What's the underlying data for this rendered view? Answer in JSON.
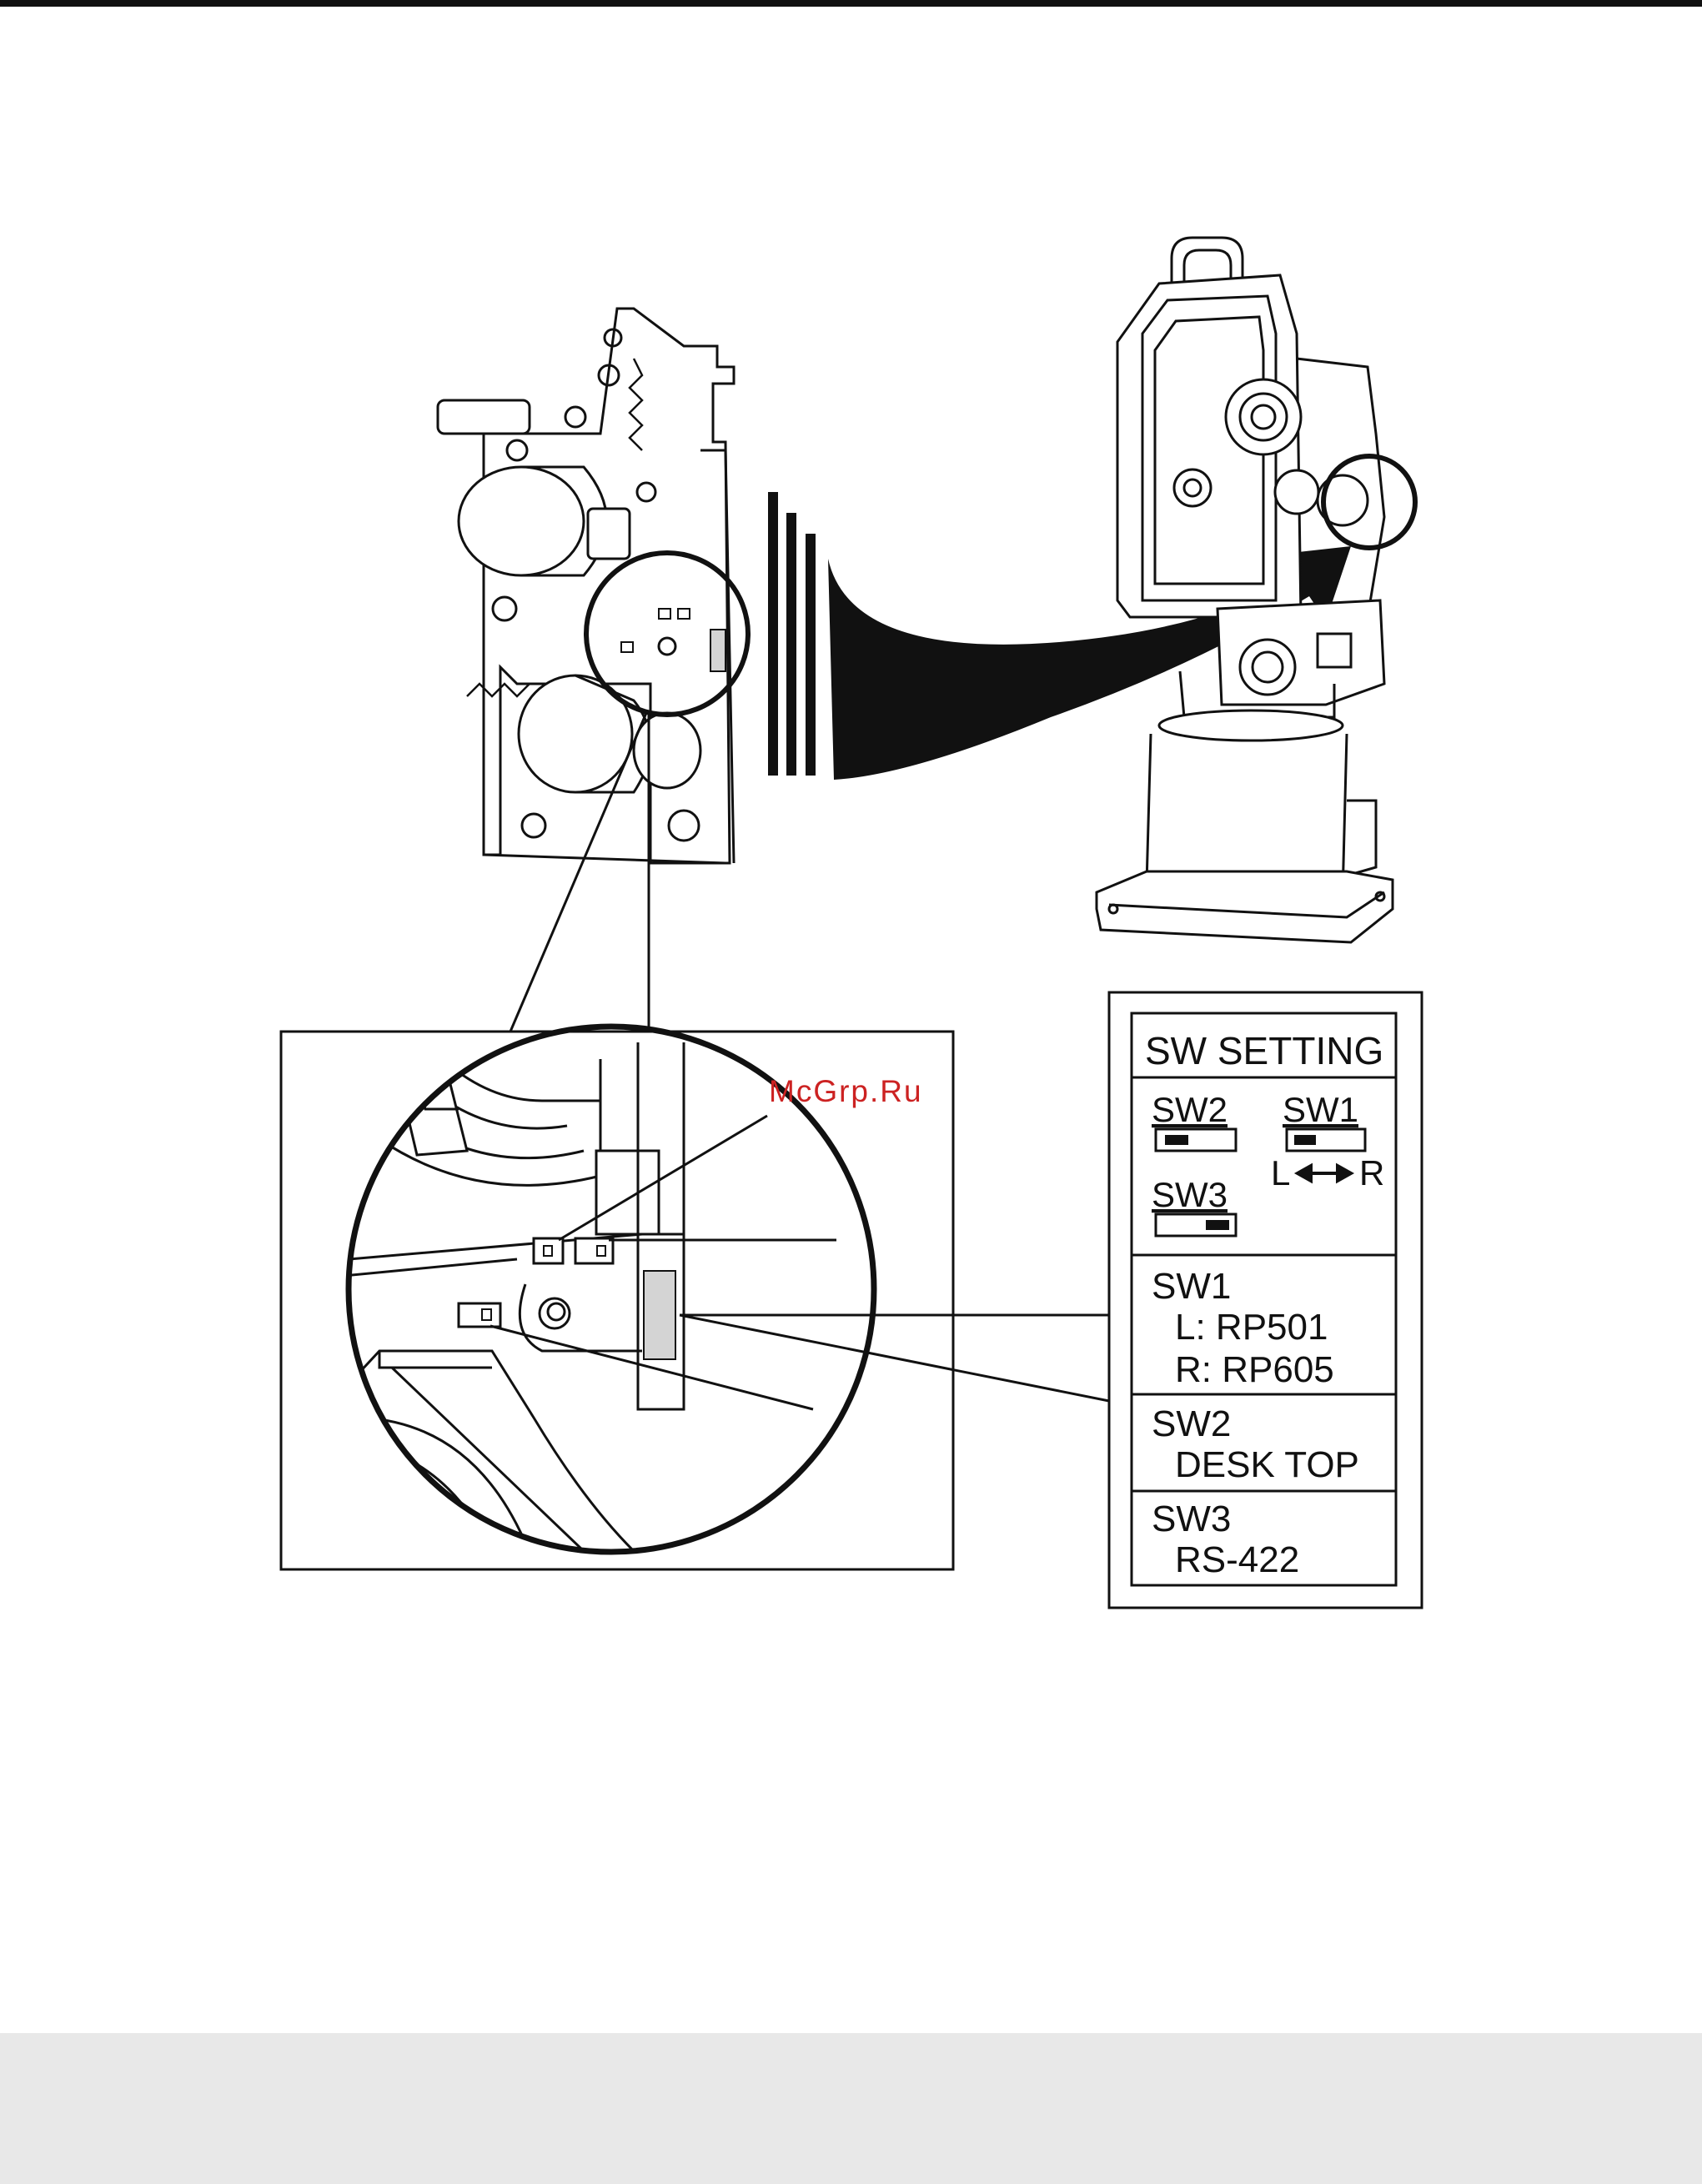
{
  "watermark": "McGrp.Ru",
  "sw_setting": {
    "title": "SW SETTING",
    "sw2_label": "SW2",
    "sw1_label": "SW1",
    "sw3_label": "SW3",
    "sw1_l": "L",
    "sw1_r": "R",
    "sw1_position": "left",
    "sw2_position": "left",
    "sw3_position": "right"
  },
  "sw1_section": {
    "heading": "SW1",
    "line1": "L: RP501",
    "line2": "R: RP605"
  },
  "sw2_section": {
    "heading": "SW2",
    "line1": "DESK TOP"
  },
  "sw3_section": {
    "heading": "SW3",
    "line1": "RS-422"
  },
  "colors": {
    "ink": "#111111",
    "watermark": "#cc2222",
    "footer": "#e8e8e8",
    "highlight": "#d4d4d4"
  }
}
